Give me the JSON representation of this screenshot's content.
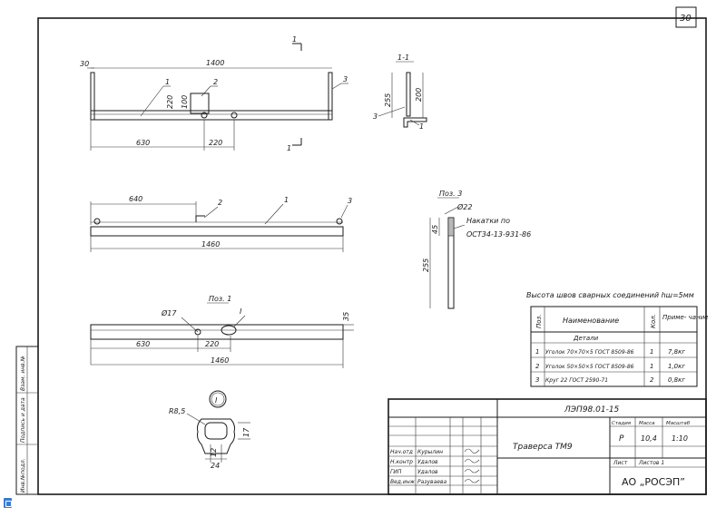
{
  "sheet": {
    "page_number": "30"
  },
  "main_view": {
    "section_mark": "1",
    "section_mark_bottom": "1",
    "dims": {
      "total": "1400",
      "left_offset": "30",
      "to_angle": "630",
      "hole_gap": "220",
      "h220": "220",
      "h100": "100"
    },
    "callouts": [
      "1",
      "2",
      "3"
    ]
  },
  "section_view": {
    "title": "1-1",
    "dims": {
      "d255": "255",
      "d200": "200"
    },
    "callouts": [
      "3",
      "1"
    ]
  },
  "top_view": {
    "dims": {
      "d640": "640",
      "d1460": "1460"
    },
    "callouts": [
      "2",
      "1",
      "3"
    ]
  },
  "pos3": {
    "title": "Поз. 3",
    "dims": {
      "dia": "Ø22",
      "d45": "45",
      "d255": "255"
    },
    "note_line1": "Накатки  по",
    "note_line2": "ОСТ34-13-931-86"
  },
  "pos1": {
    "title": "Поз. 1",
    "dims": {
      "dia": "Ø17",
      "d630": "630",
      "d220": "220",
      "d1460": "1460",
      "d35": "35"
    },
    "detail_mark": "I"
  },
  "detail_I": {
    "mark": "I",
    "dims": {
      "r": "R8,5",
      "d17": "17",
      "d12": "12",
      "d24": "24"
    }
  },
  "weld_note": "Высота швов сварных соединений  hш=5мм",
  "spec_table": {
    "headers": [
      "Поз.",
      "Наименование",
      "Кол.",
      "Приме-\nчание"
    ],
    "section": "Детали",
    "rows": [
      {
        "pos": "1",
        "name": "Уголок 70×70×5 ГОСТ 8509-86",
        "qty": "1",
        "note": "7,8кг"
      },
      {
        "pos": "2",
        "name": "Уголок 50×50×5 ГОСТ 8509-86",
        "qty": "1",
        "note": "1,0кг"
      },
      {
        "pos": "3",
        "name": "Круг  22 ГОСТ 2590-71",
        "qty": "2",
        "note": "0,8кг"
      }
    ]
  },
  "title_block": {
    "doc_code": "ЛЭП98.01-15",
    "title": "Траверса  ТМ9",
    "stage_label": "Стадия",
    "stage": "Р",
    "mass_label": "Масса",
    "mass": "10,4",
    "scale_label": "Масштаб",
    "scale": "1:10",
    "sheet_label": "Лист",
    "sheets_label": "Листов  1",
    "org": "АО „РОСЭП”",
    "staff": [
      {
        "role": "Нач.отд",
        "name": "Курылин"
      },
      {
        "role": "Н.контр",
        "name": "Удалов"
      },
      {
        "role": "ГИП",
        "name": "Удалов"
      },
      {
        "role": "Вед.инж",
        "name": "Разуваева"
      }
    ]
  },
  "side_stamp": [
    "Инв.№подл.",
    "Подпись и дата",
    "Взам. инв.№"
  ]
}
